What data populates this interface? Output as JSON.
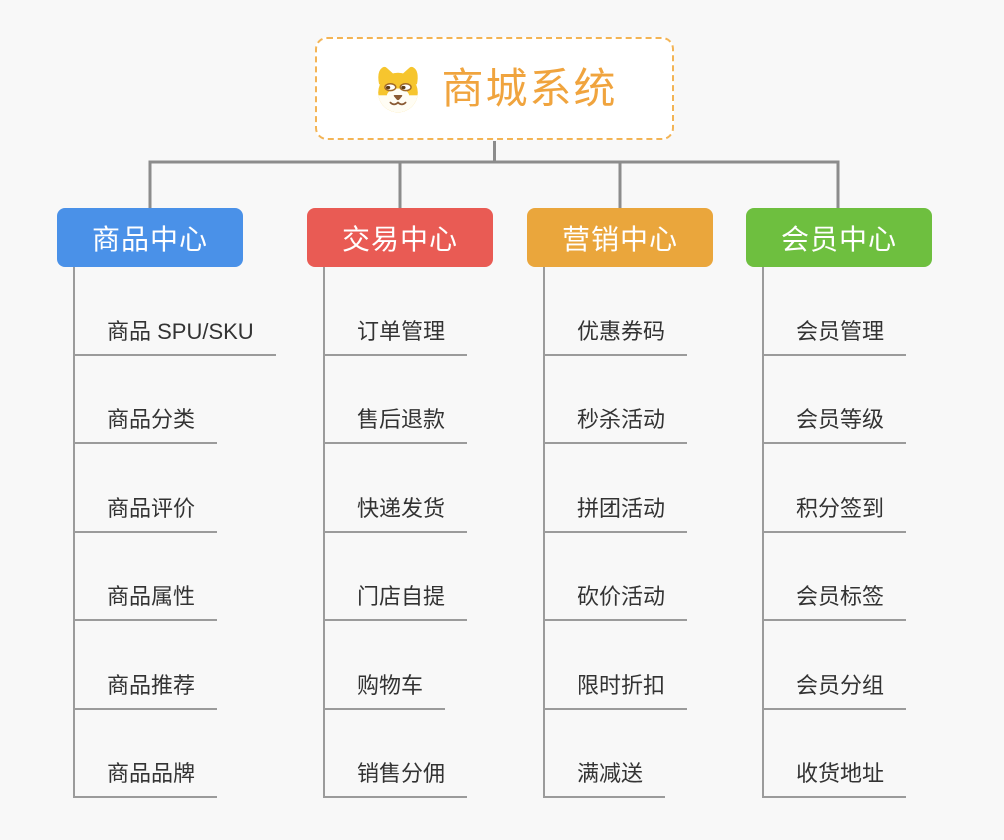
{
  "root": {
    "title": "商城系统",
    "icon": "dog-face-icon",
    "accent_color": "#f0a43e",
    "border_color": "#f3b455"
  },
  "connector_color": "#8c8c8c",
  "line_color": "#9b9b9b",
  "branches": [
    {
      "label": "商品中心",
      "color": "#4a91e8",
      "items": [
        "商品 SPU/SKU",
        "商品分类",
        "商品评价",
        "商品属性",
        "商品推荐",
        "商品品牌"
      ]
    },
    {
      "label": "交易中心",
      "color": "#e95b54",
      "items": [
        "订单管理",
        "售后退款",
        "快递发货",
        "门店自提",
        "购物车",
        "销售分佣"
      ]
    },
    {
      "label": "营销中心",
      "color": "#eaa63c",
      "items": [
        "优惠券码",
        "秒杀活动",
        "拼团活动",
        "砍价活动",
        "限时折扣",
        "满减送"
      ]
    },
    {
      "label": "会员中心",
      "color": "#6ebf3f",
      "items": [
        "会员管理",
        "会员等级",
        "积分签到",
        "会员标签",
        "会员分组",
        "收货地址"
      ]
    }
  ]
}
